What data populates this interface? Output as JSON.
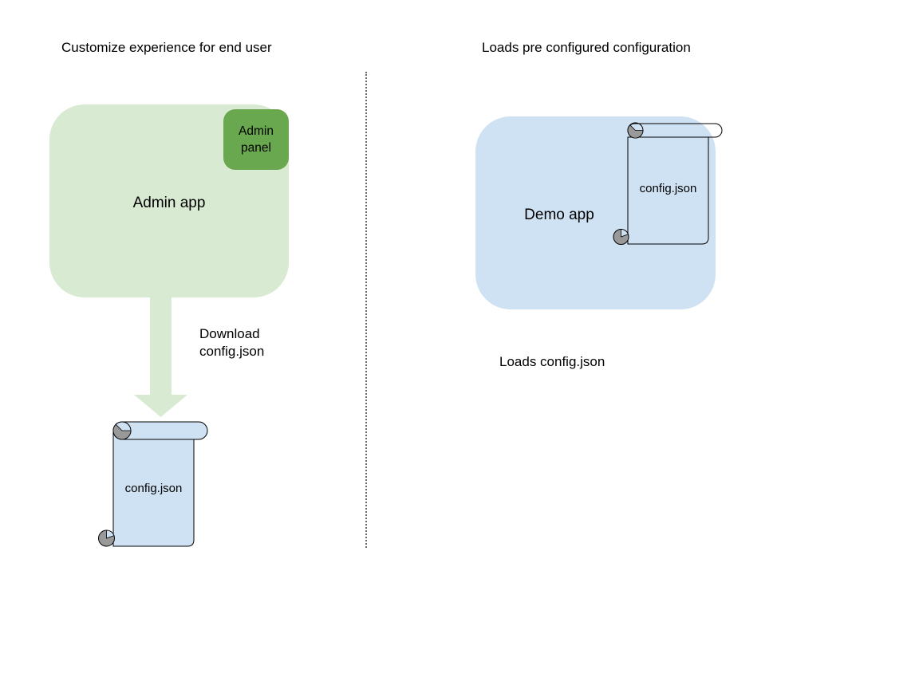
{
  "colors": {
    "admin_app_fill": "#d9ead3",
    "admin_panel_fill": "#6aa84f",
    "demo_app_fill": "#cfe2f3",
    "arrow_fill": "#d9ead3",
    "scroll_fill": "#cfe2f3",
    "scroll_transparent": "none",
    "curl_gray": "#999999",
    "outline": "#000000"
  },
  "left": {
    "title": "Customize experience for end user",
    "app_label": "Admin app",
    "panel_label": "Admin panel",
    "download_label": "Download config.json",
    "file_label": "config.json"
  },
  "right": {
    "title": "Loads pre configured configuration",
    "app_label": "Demo app",
    "file_label": "config.json",
    "caption": "Loads config.json"
  }
}
